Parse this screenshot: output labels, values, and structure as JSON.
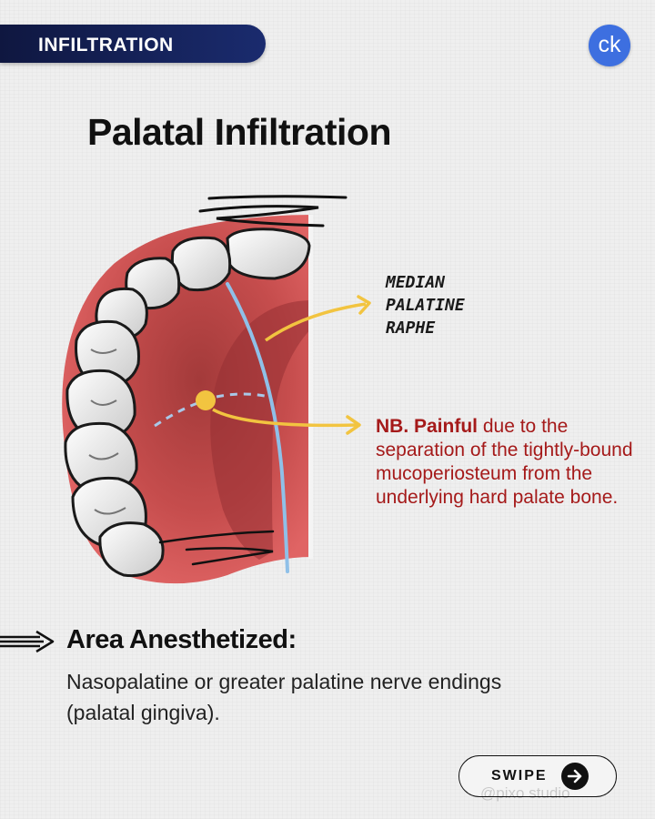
{
  "tag": {
    "label": "INFILTRATION"
  },
  "logo": {
    "text": "ck"
  },
  "title": "Palatal Infiltration",
  "illustration": {
    "label_line1": "MEDIAN",
    "label_line2": "PALATINE",
    "label_line3": "RAPHE",
    "colors": {
      "gingiva": "#c94c4c",
      "arrow": "#f2c440",
      "raphe": "#8fc0e8"
    }
  },
  "note": {
    "prefix": "NB. Painful",
    "text": " due to the separation of the tightly-bound mucoperiosteum from the underlying hard palate bone.",
    "color": "#a51a1a"
  },
  "area": {
    "title": "Area Anesthetized:",
    "body": "Nasopalatine or greater palatine nerve endings (palatal gingiva)."
  },
  "swipe": {
    "label": "SWIPE",
    "icon": "arrow-right-icon"
  },
  "watermark": "@pixo studio"
}
